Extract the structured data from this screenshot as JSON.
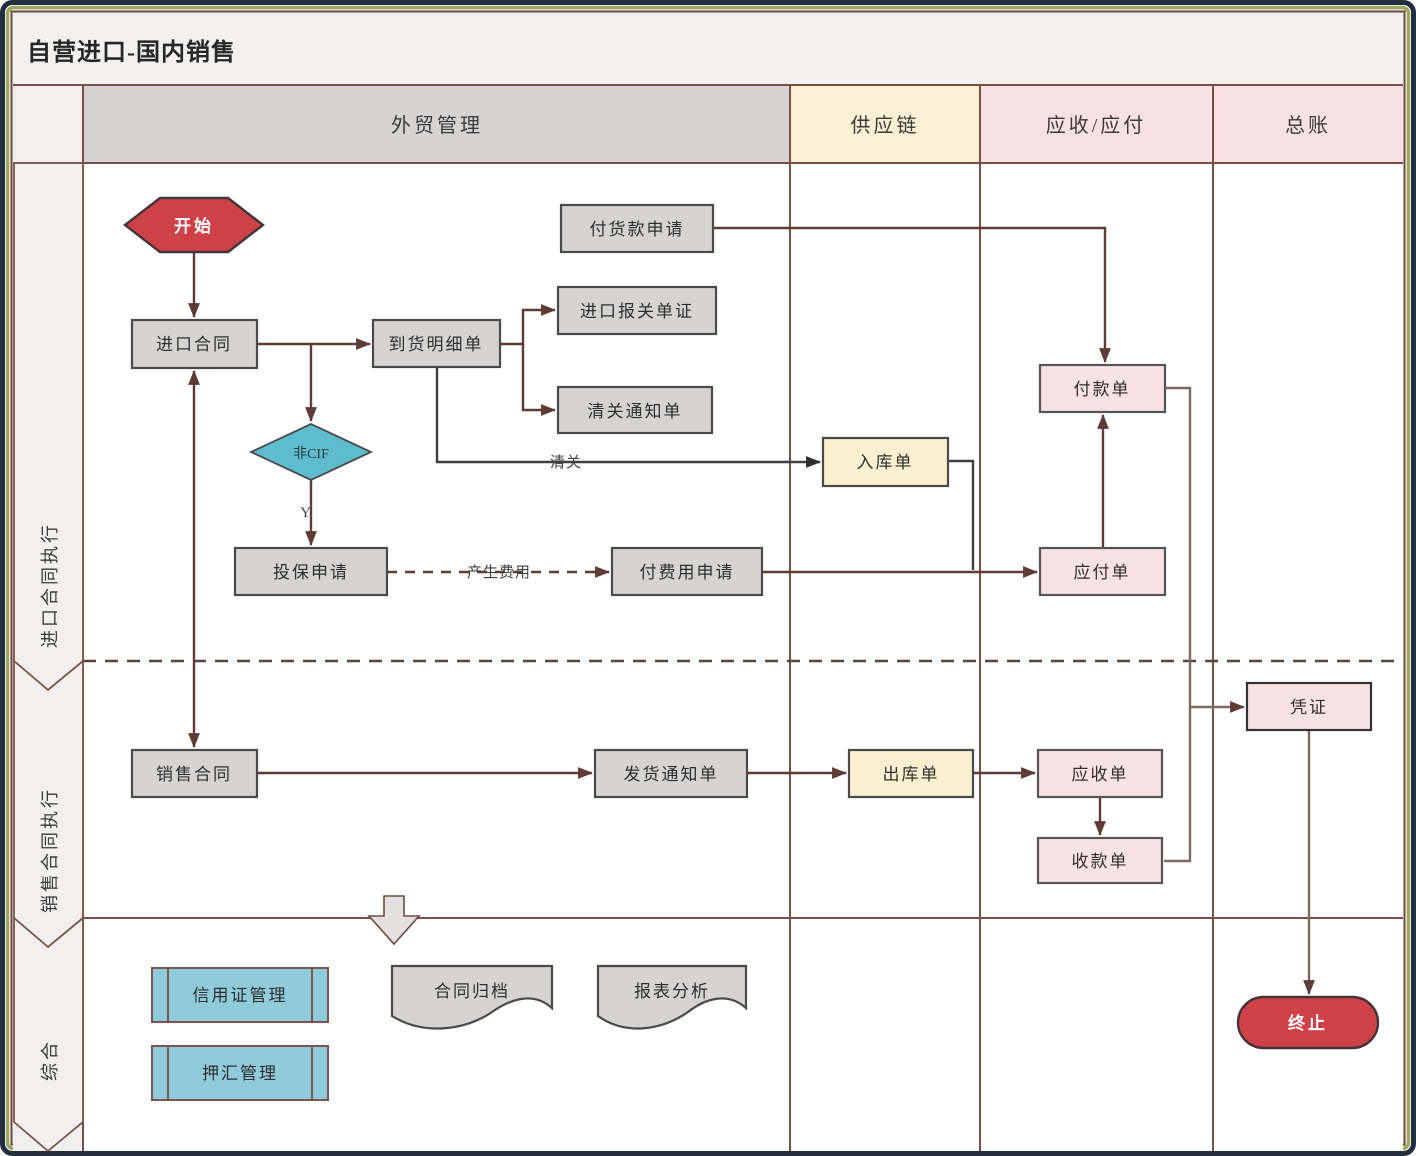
{
  "title": "自营进口-国内销售",
  "lanes": {
    "columns": [
      {
        "label": "外贸管理",
        "color": "#D5D4D3"
      },
      {
        "label": "供应链",
        "color": "#FAF0D3"
      },
      {
        "label": "应收/应付",
        "color": "#F8E0E3"
      },
      {
        "label": "总账",
        "color": "#F8E0E3"
      }
    ],
    "rows": [
      {
        "label": "进口合同执行"
      },
      {
        "label": "销售合同执行"
      },
      {
        "label": "综合"
      }
    ]
  },
  "nodes": {
    "start": "开始",
    "import_contract": "进口合同",
    "arrival_detail": "到货明细单",
    "customs_declaration": "进口报关单证",
    "clearance_notice": "清关通知单",
    "pay_goods_request": "付货款申请",
    "non_cif": "非CIF",
    "insurance_request": "投保申请",
    "pay_fee_request": "付费用申请",
    "warehouse_in": "入库单",
    "payment_slip": "付款单",
    "payable_slip": "应付单",
    "sales_contract": "销售合同",
    "delivery_notice": "发货通知单",
    "warehouse_out": "出库单",
    "receivable_slip": "应收单",
    "receipt_slip": "收款单",
    "voucher": "凭证",
    "end": "终止",
    "lc_management": "信用证管理",
    "doc_bill_management": "押汇管理",
    "contract_archive": "合同归档",
    "report_analysis": "报表分析"
  },
  "edge_labels": {
    "clearance": "清关",
    "yes": "Y",
    "incur_fee": "产生费用"
  },
  "colors": {
    "frame_outer": "#232E3E",
    "frame_olive": "#9CA85C",
    "frame_brown": "#6E4A41",
    "bg_page": "#F2F1F0",
    "bg_body": "#FFFFFF",
    "header_gray": "#D5D4D3",
    "header_cream": "#FAF0D3",
    "header_pink": "#F8E0E3",
    "box_gray": "#D5D4D3",
    "box_yellow": "#FAF0D0",
    "box_pink": "#F9E2E5",
    "box_blue": "#8FCBDA",
    "box_red": "#CE4147",
    "box_teal": "#5FBCCF",
    "line_maroon": "#5E3B36",
    "line_dark": "#3F3F3F",
    "line_muted": "#7C6A60",
    "grid_brown": "#7A4F45"
  }
}
